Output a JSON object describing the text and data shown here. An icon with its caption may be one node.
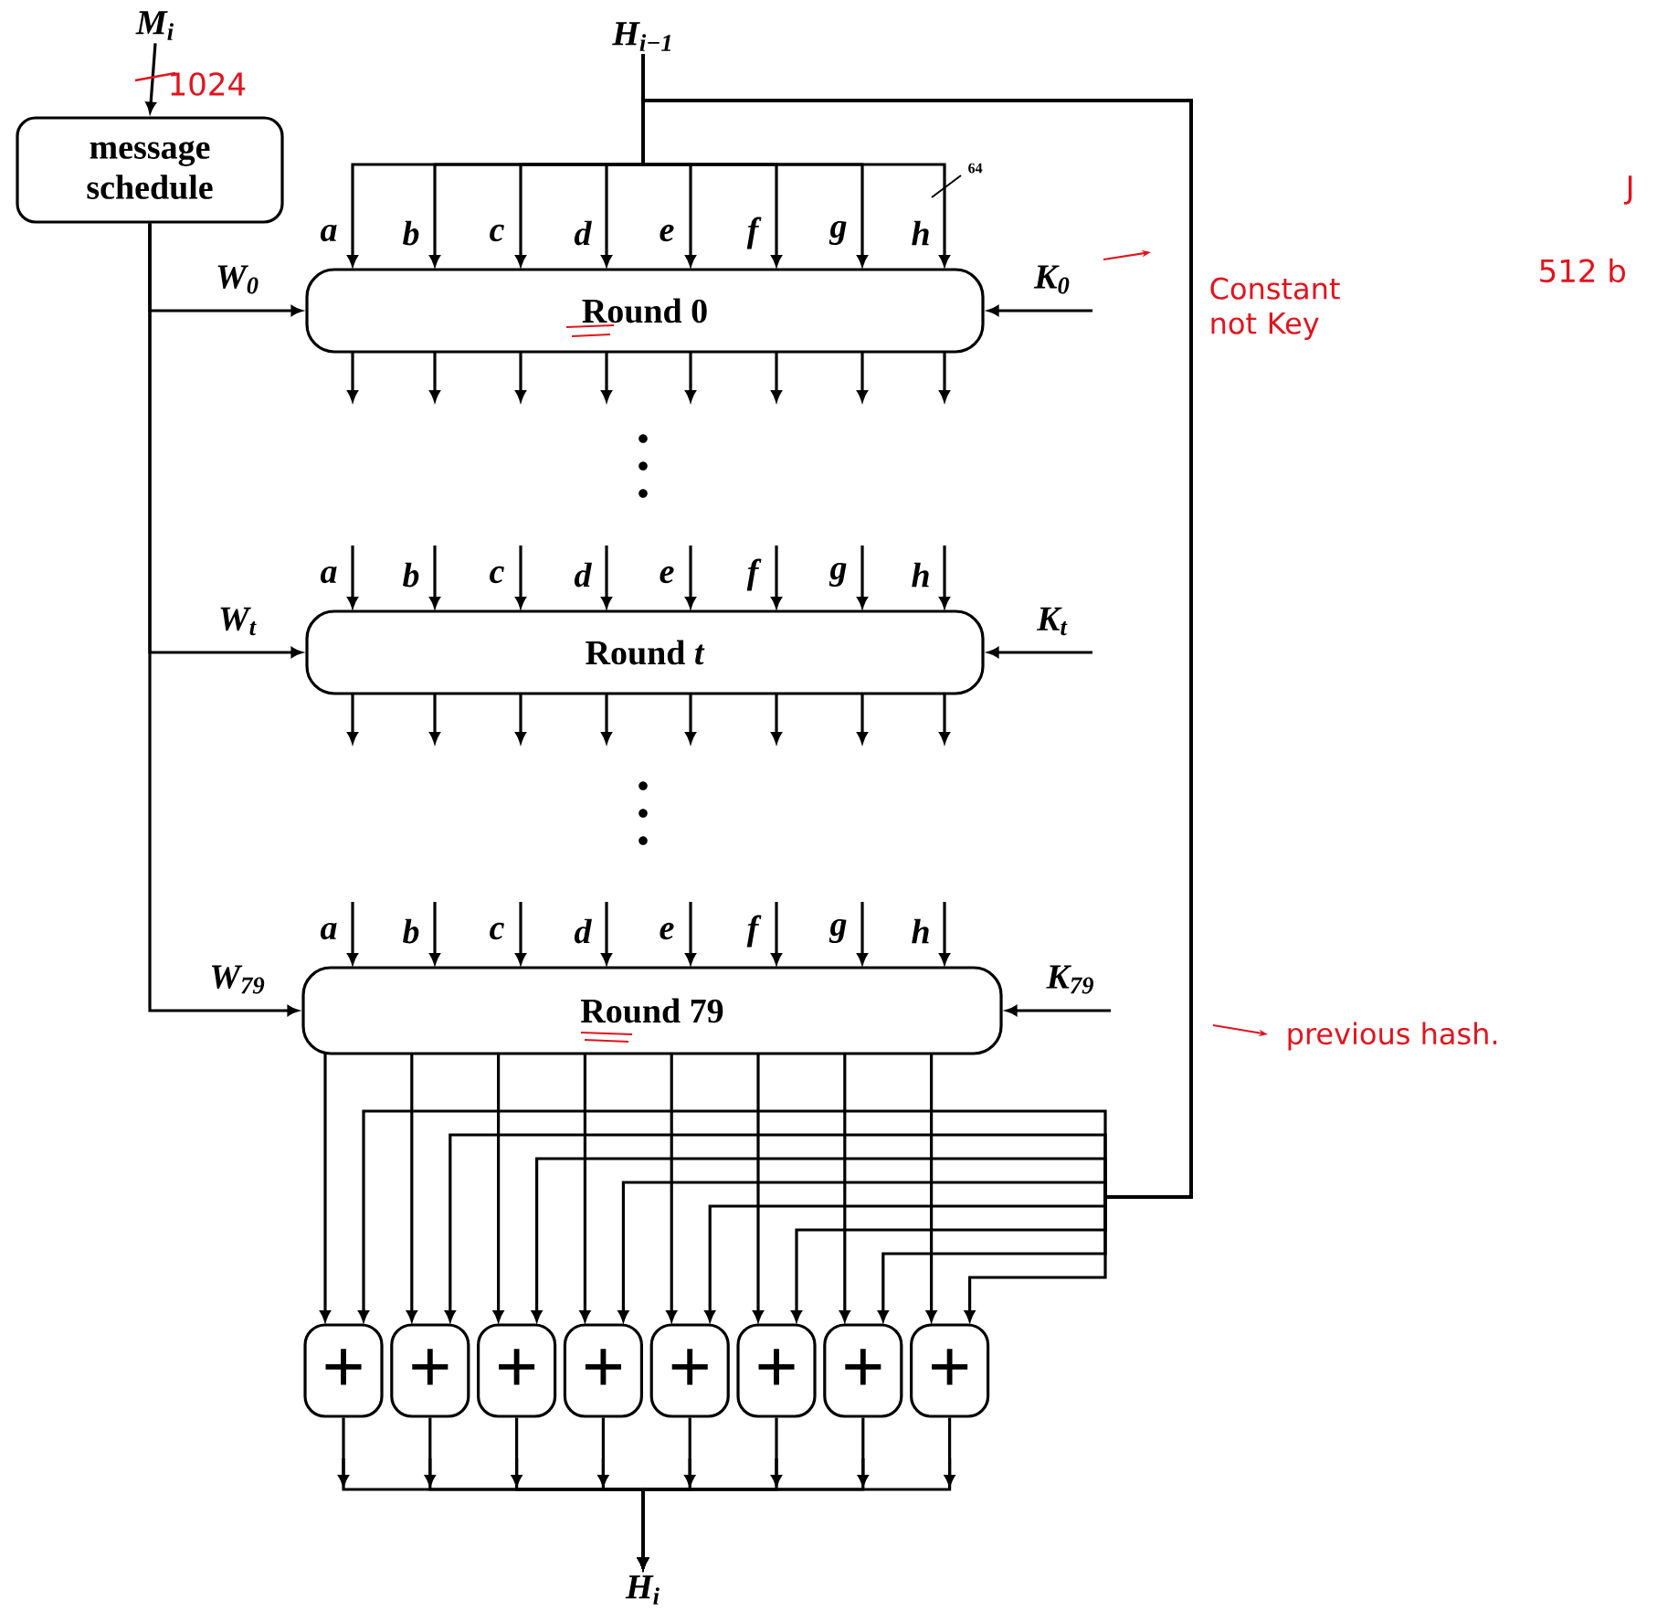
{
  "diagram": {
    "nodes": [
      {
        "text": [
          "M$_{i}$"
        ]
      },
      {
        "text": [
          "message schedule"
        ]
      },
      {
        "text": [
          "H$_{i−1}$"
        ]
      },
      {
        "text": [
          "Round 0"
        ]
      },
      {
        "text": [
          "Round *t*"
        ]
      },
      {
        "text": [
          "Round 79"
        ]
      },
      {
        "text": [
          "+"
        ]
      },
      {
        "text": [
          "+"
        ]
      },
      {
        "text": [
          "+"
        ]
      },
      {
        "text": [
          "+"
        ]
      },
      {
        "text": [
          "+"
        ]
      },
      {
        "text": [
          "+"
        ]
      },
      {
        "text": [
          "+"
        ]
      },
      {
        "text": [
          "+"
        ]
      },
      {
        "text": [
          "H$_{i}$"
        ]
      }
    ],
    "edges": [
      {
        "from": 0,
        "to": 1,
        "arrow": "to"
      },
      {
        "from": 1,
        "to": 3,
        "arrow": "to",
        "label": "W$_{0}$"
      },
      {
        "from": 1,
        "to": 4,
        "arrow": "to",
        "label": "W$_{t}$"
      },
      {
        "from": 1,
        "to": 5,
        "arrow": "to",
        "label": "W$_{79}$"
      },
      {
        "from": 2,
        "to": 3,
        "arrow": "to",
        "label": "a"
      },
      {
        "from": 2,
        "to": 3,
        "arrow": "to",
        "label": "b"
      },
      {
        "from": 2,
        "to": 3,
        "arrow": "to",
        "label": "c"
      },
      {
        "from": 2,
        "to": 3,
        "arrow": "to",
        "label": "d"
      },
      {
        "from": 2,
        "to": 3,
        "arrow": "to",
        "label": "e"
      },
      {
        "from": 2,
        "to": 3,
        "arrow": "to",
        "label": "f"
      },
      {
        "from": 2,
        "to": 3,
        "arrow": "to",
        "label": "g"
      },
      {
        "from": 2,
        "to": 3,
        "arrow": "to",
        "label": "h"
      },
      {
        "from": null,
        "to": 3,
        "arrow": "to",
        "label": "K$_{0}$"
      },
      {
        "from": 3,
        "to": null,
        "arrow": "to"
      },
      {
        "from": 3,
        "to": null,
        "arrow": "to"
      },
      {
        "from": 3,
        "to": null,
        "arrow": "to"
      },
      {
        "from": 3,
        "to": null,
        "arrow": "to"
      },
      {
        "from": 3,
        "to": null,
        "arrow": "to"
      },
      {
        "from": 3,
        "to": null,
        "arrow": "to"
      },
      {
        "from": 3,
        "to": null,
        "arrow": "to"
      },
      {
        "from": 3,
        "to": null,
        "arrow": "to"
      },
      {
        "from": null,
        "to": 4,
        "arrow": "to",
        "label": "a"
      },
      {
        "from": null,
        "to": 4,
        "arrow": "to",
        "label": "b"
      },
      {
        "from": null,
        "to": 4,
        "arrow": "to",
        "label": "c"
      },
      {
        "from": null,
        "to": 4,
        "arrow": "to",
        "label": "d"
      },
      {
        "from": null,
        "to": 4,
        "arrow": "to",
        "label": "e"
      },
      {
        "from": null,
        "to": 4,
        "arrow": "to",
        "label": "f"
      },
      {
        "from": null,
        "to": 4,
        "arrow": "to",
        "label": "g"
      },
      {
        "from": null,
        "to": 4,
        "arrow": "to",
        "label": "h"
      },
      {
        "from": null,
        "to": 4,
        "arrow": "to",
        "label": "K$_{t}$"
      },
      {
        "from": 4,
        "to": null,
        "arrow": "to"
      },
      {
        "from": 4,
        "to": null,
        "arrow": "to"
      },
      {
        "from": 4,
        "to": null,
        "arrow": "to"
      },
      {
        "from": 4,
        "to": null,
        "arrow": "to"
      },
      {
        "from": 4,
        "to": null,
        "arrow": "to"
      },
      {
        "from": 4,
        "to": null,
        "arrow": "to"
      },
      {
        "from": 4,
        "to": null,
        "arrow": "to"
      },
      {
        "from": 4,
        "to": null,
        "arrow": "to"
      },
      {
        "from": null,
        "to": 5,
        "arrow": "to",
        "label": "a"
      },
      {
        "from": null,
        "to": 5,
        "arrow": "to",
        "label": "b"
      },
      {
        "from": null,
        "to": 5,
        "arrow": "to",
        "label": "c"
      },
      {
        "from": null,
        "to": 5,
        "arrow": "to",
        "label": "d"
      },
      {
        "from": null,
        "to": 5,
        "arrow": "to",
        "label": "e"
      },
      {
        "from": null,
        "to": 5,
        "arrow": "to",
        "label": "f"
      },
      {
        "from": null,
        "to": 5,
        "arrow": "to",
        "label": "g"
      },
      {
        "from": null,
        "to": 5,
        "arrow": "to",
        "label": "h"
      },
      {
        "from": null,
        "to": 5,
        "arrow": "to",
        "label": "K$_{79}$"
      },
      {
        "from": 5,
        "to": 6,
        "arrow": "to"
      },
      {
        "from": 5,
        "to": 7,
        "arrow": "to"
      },
      {
        "from": 5,
        "to": 8,
        "arrow": "to"
      },
      {
        "from": 5,
        "to": 9,
        "arrow": "to"
      },
      {
        "from": 5,
        "to": 10,
        "arrow": "to"
      },
      {
        "from": 5,
        "to": 11,
        "arrow": "to"
      },
      {
        "from": 5,
        "to": 12,
        "arrow": "to"
      },
      {
        "from": 5,
        "to": 13,
        "arrow": "to"
      },
      {
        "from": 2,
        "to": 6,
        "arrow": "to"
      },
      {
        "from": 2,
        "to": 7,
        "arrow": "to"
      },
      {
        "from": 2,
        "to": 8,
        "arrow": "to"
      },
      {
        "from": 2,
        "to": 9,
        "arrow": "to"
      },
      {
        "from": 2,
        "to": 10,
        "arrow": "to"
      },
      {
        "from": 2,
        "to": 11,
        "arrow": "to"
      },
      {
        "from": 2,
        "to": 12,
        "arrow": "to"
      },
      {
        "from": 2,
        "to": 13,
        "arrow": "to"
      },
      {
        "from": 6,
        "to": 14,
        "arrow": "to"
      },
      {
        "from": 7,
        "to": 14,
        "arrow": "to"
      },
      {
        "from": 8,
        "to": 14,
        "arrow": "to"
      },
      {
        "from": 9,
        "to": 14,
        "arrow": "to"
      },
      {
        "from": 10,
        "to": 14,
        "arrow": "to"
      },
      {
        "from": 11,
        "to": 14,
        "arrow": "to"
      },
      {
        "from": 12,
        "to": 14,
        "arrow": "to"
      },
      {
        "from": 13,
        "to": 14,
        "arrow": "to"
      }
    ],
    "labels": [
      "1024",
      "64",
      "Constant not Key",
      "previous hash.",
      "512 b",
      "J"
    ]
  }
}
